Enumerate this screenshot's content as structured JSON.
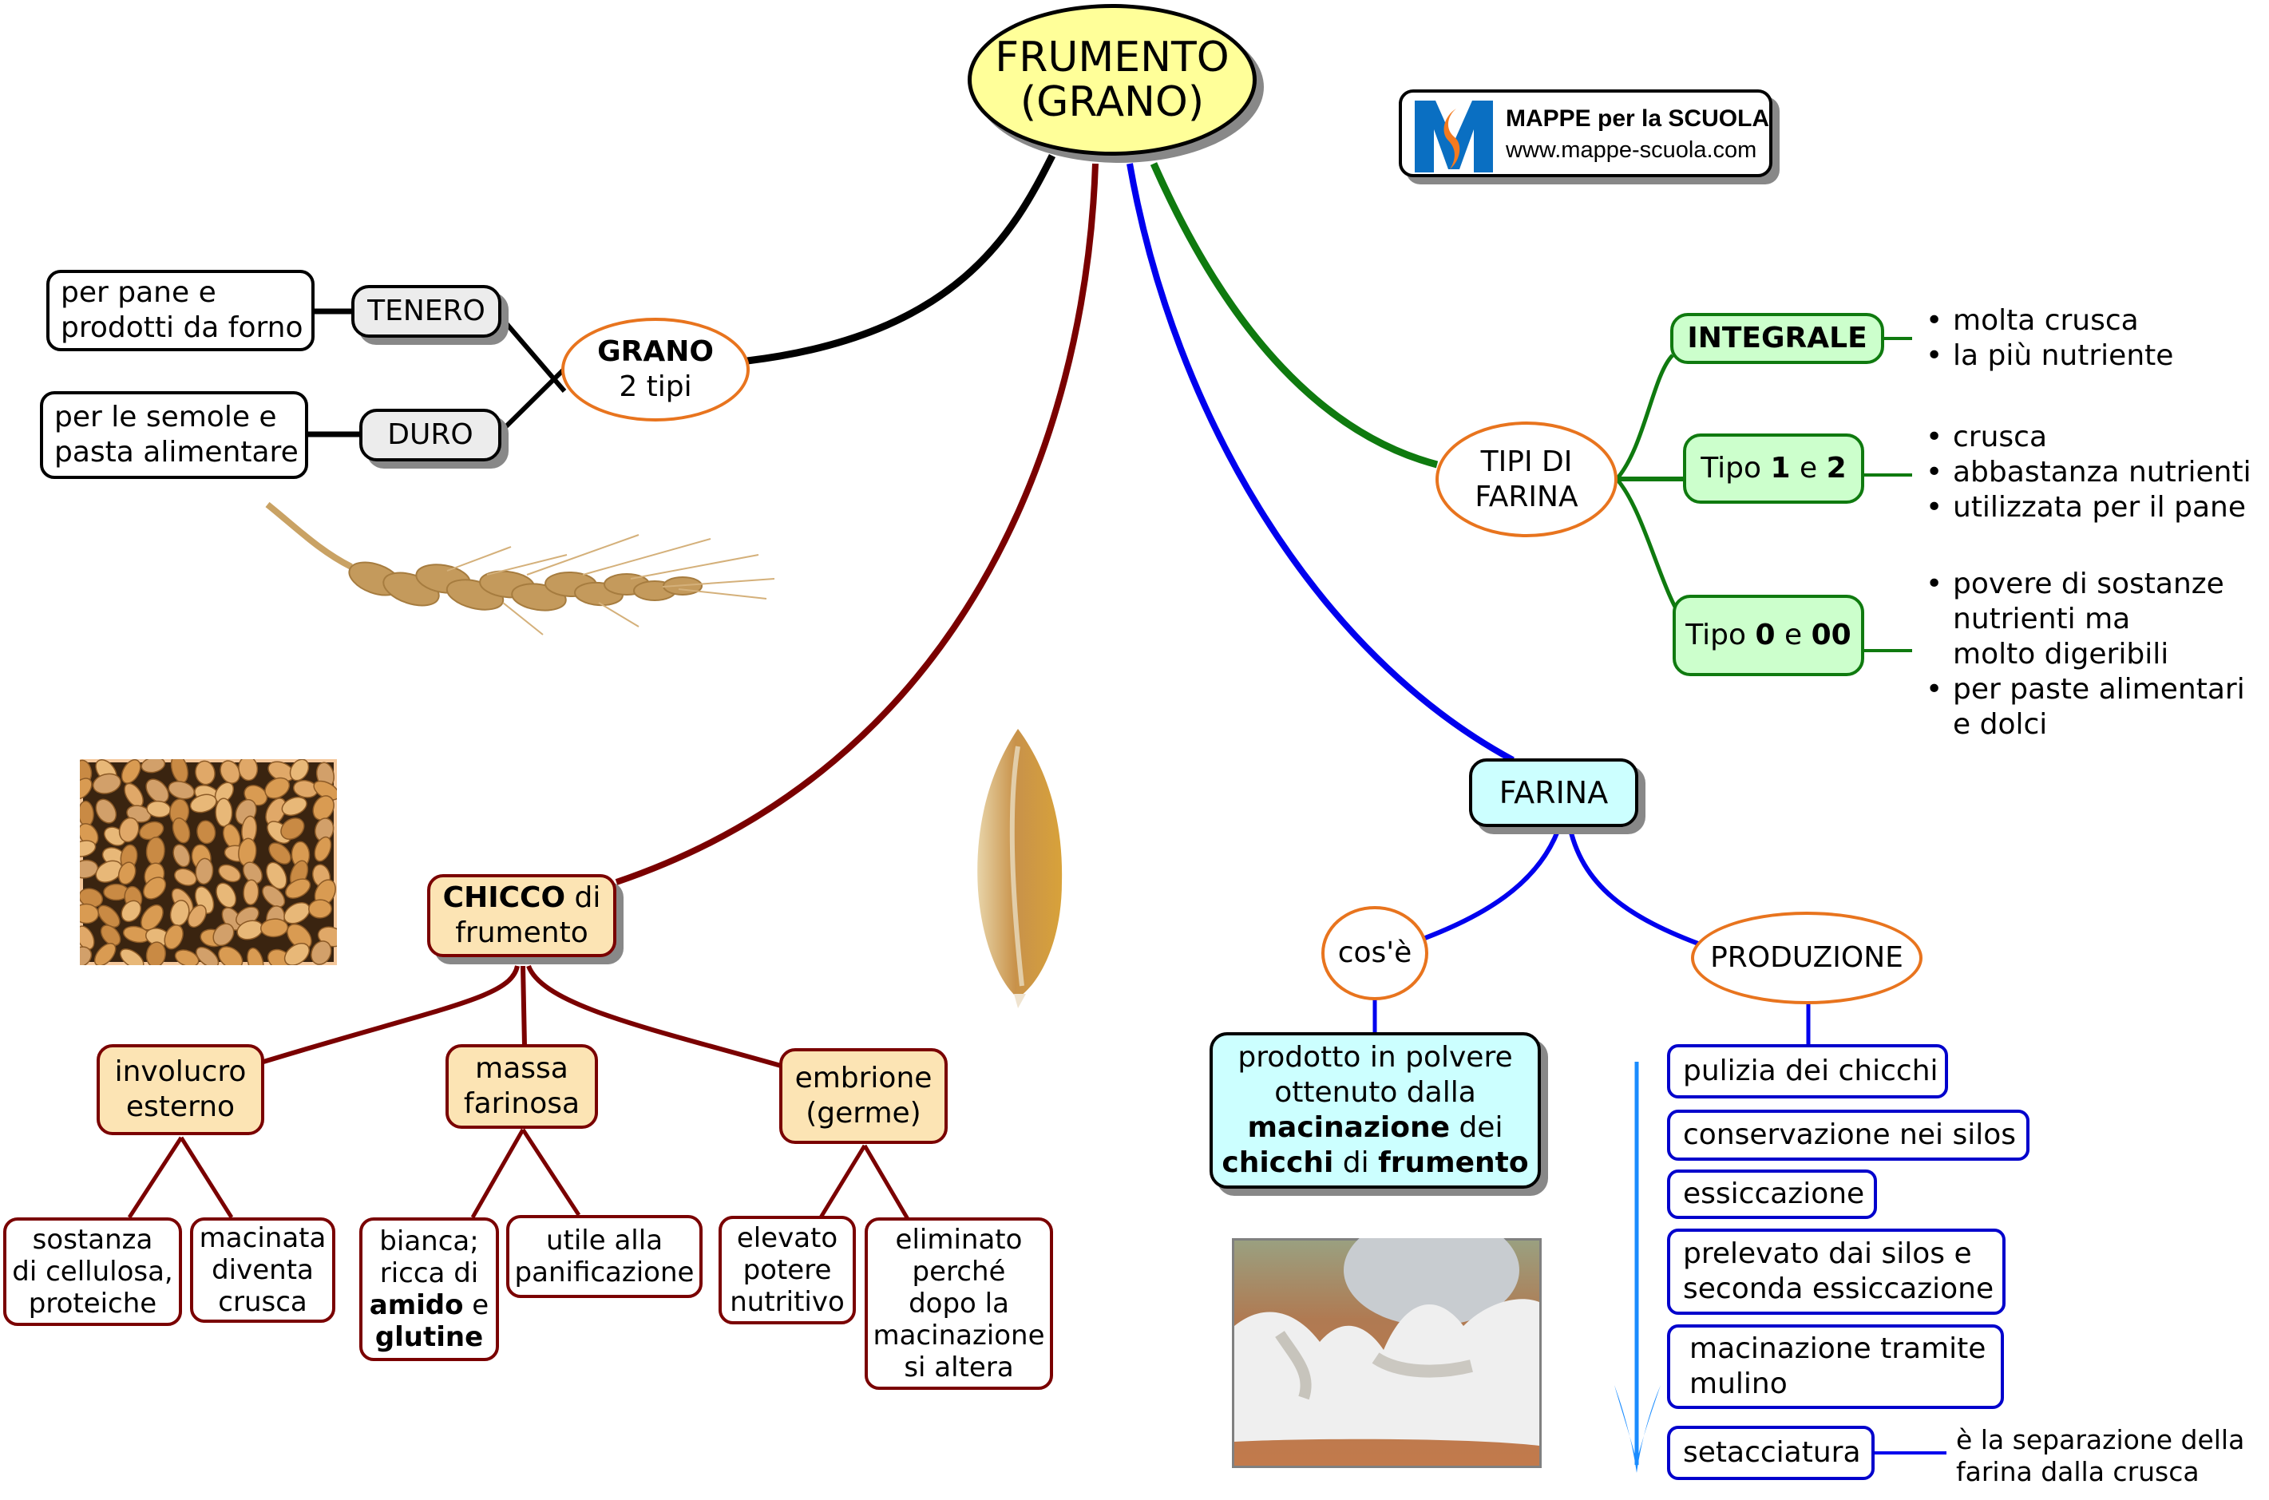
{
  "title": {
    "line1": "FRUMENTO",
    "line2": "(GRANO)"
  },
  "logo": {
    "title": "MAPPE per la SCUOLA",
    "url": "www.mappe-scuola.com",
    "icon": "mappe-m-logo-icon",
    "colors": {
      "blue": "#0a6fc2",
      "orange": "#f47a1f"
    }
  },
  "colors": {
    "branch_grano": "#000000",
    "branch_chicco": "#7a0000",
    "branch_farina": "#0000ee",
    "branch_tipi": "#0f7a0f",
    "arrow": "#1a8cff",
    "oval_border": "#e8741e"
  },
  "grano": {
    "label_bold": "GRANO",
    "label": "2 tipi",
    "types": [
      {
        "name": "TENERO",
        "desc": [
          "per pane e",
          "prodotti da forno"
        ]
      },
      {
        "name": "DURO",
        "desc": [
          "per le semole e",
          "pasta alimentare"
        ]
      }
    ]
  },
  "tipi_farina": {
    "label": [
      "TIPI DI",
      "FARINA"
    ],
    "types": [
      {
        "parts": [
          {
            "t": "INTEGRALE",
            "b": true
          }
        ],
        "notes": [
          [
            "molta crusca"
          ],
          [
            "la più nutriente"
          ]
        ]
      },
      {
        "parts": [
          {
            "t": "Tipo ",
            "b": false
          },
          {
            "t": "1",
            "b": true
          },
          {
            "t": " e ",
            "b": false
          },
          {
            "t": "2",
            "b": true
          }
        ],
        "notes": [
          [
            "crusca"
          ],
          [
            "abbastanza nutrienti"
          ],
          [
            "utilizzata per il pane"
          ]
        ]
      },
      {
        "parts": [
          {
            "t": "Tipo ",
            "b": false
          },
          {
            "t": "0",
            "b": true
          },
          {
            "t": " e ",
            "b": false
          },
          {
            "t": "00",
            "b": true
          }
        ],
        "notes": [
          [
            "povere di sostanze",
            "nutrienti ma",
            "molto digeribili"
          ],
          [
            "per paste alimentari",
            "e dolci"
          ]
        ]
      }
    ]
  },
  "chicco": {
    "label_bold": "CHICCO",
    "label_rest": " di",
    "label_line2": "frumento",
    "parts": [
      {
        "name": [
          "involucro",
          "esterno"
        ],
        "children": [
          {
            "lines": [
              "sostanza",
              "di cellulosa,",
              "proteiche"
            ]
          },
          {
            "lines": [
              "macinata",
              "diventa",
              "crusca"
            ]
          }
        ]
      },
      {
        "name": [
          "massa",
          "farinosa"
        ],
        "children": [
          {
            "rich": [
              [
                {
                  "t": "bianca;",
                  "b": false
                }
              ],
              [
                {
                  "t": "ricca di",
                  "b": false
                }
              ],
              [
                {
                  "t": "amido",
                  "b": true
                },
                {
                  "t": " e",
                  "b": false
                }
              ],
              [
                {
                  "t": "glutine",
                  "b": true
                }
              ]
            ]
          },
          {
            "lines": [
              "utile alla",
              "panificazione"
            ]
          }
        ]
      },
      {
        "name": [
          "embrione",
          "(germe)"
        ],
        "children": [
          {
            "lines": [
              "elevato",
              "potere",
              "nutritivo"
            ]
          },
          {
            "lines": [
              "eliminato",
              "perché",
              "dopo la",
              "macinazione",
              "si altera"
            ]
          }
        ]
      }
    ]
  },
  "farina": {
    "label": "FARINA",
    "cose": {
      "label": "cos'è",
      "definition": [
        [
          {
            "t": "prodotto in polvere",
            "b": false
          }
        ],
        [
          {
            "t": "ottenuto dalla",
            "b": false
          }
        ],
        [
          {
            "t": "macinazione",
            "b": true
          },
          {
            "t": " dei",
            "b": false
          }
        ],
        [
          {
            "t": "chicchi",
            "b": true
          },
          {
            "t": " di ",
            "b": false
          },
          {
            "t": "frumento",
            "b": true
          }
        ]
      ]
    },
    "produzione": {
      "label": "PRODUZIONE",
      "steps": [
        [
          "pulizia dei chicchi"
        ],
        [
          "conservazione nei silos"
        ],
        [
          "essiccazione"
        ],
        [
          "prelevato dai silos e",
          "seconda essiccazione"
        ],
        [
          "macinazione tramite",
          "mulino"
        ],
        [
          "setacciatura"
        ]
      ],
      "setacciatura_note": [
        "è la separazione della",
        "farina dalla crusca"
      ]
    }
  },
  "images": {
    "wheat_ear": "wheat-ear-photo",
    "wheat_grains": "wheat-grains-photo",
    "single_grain": "single-grain-photo",
    "flour": "flour-photo"
  }
}
